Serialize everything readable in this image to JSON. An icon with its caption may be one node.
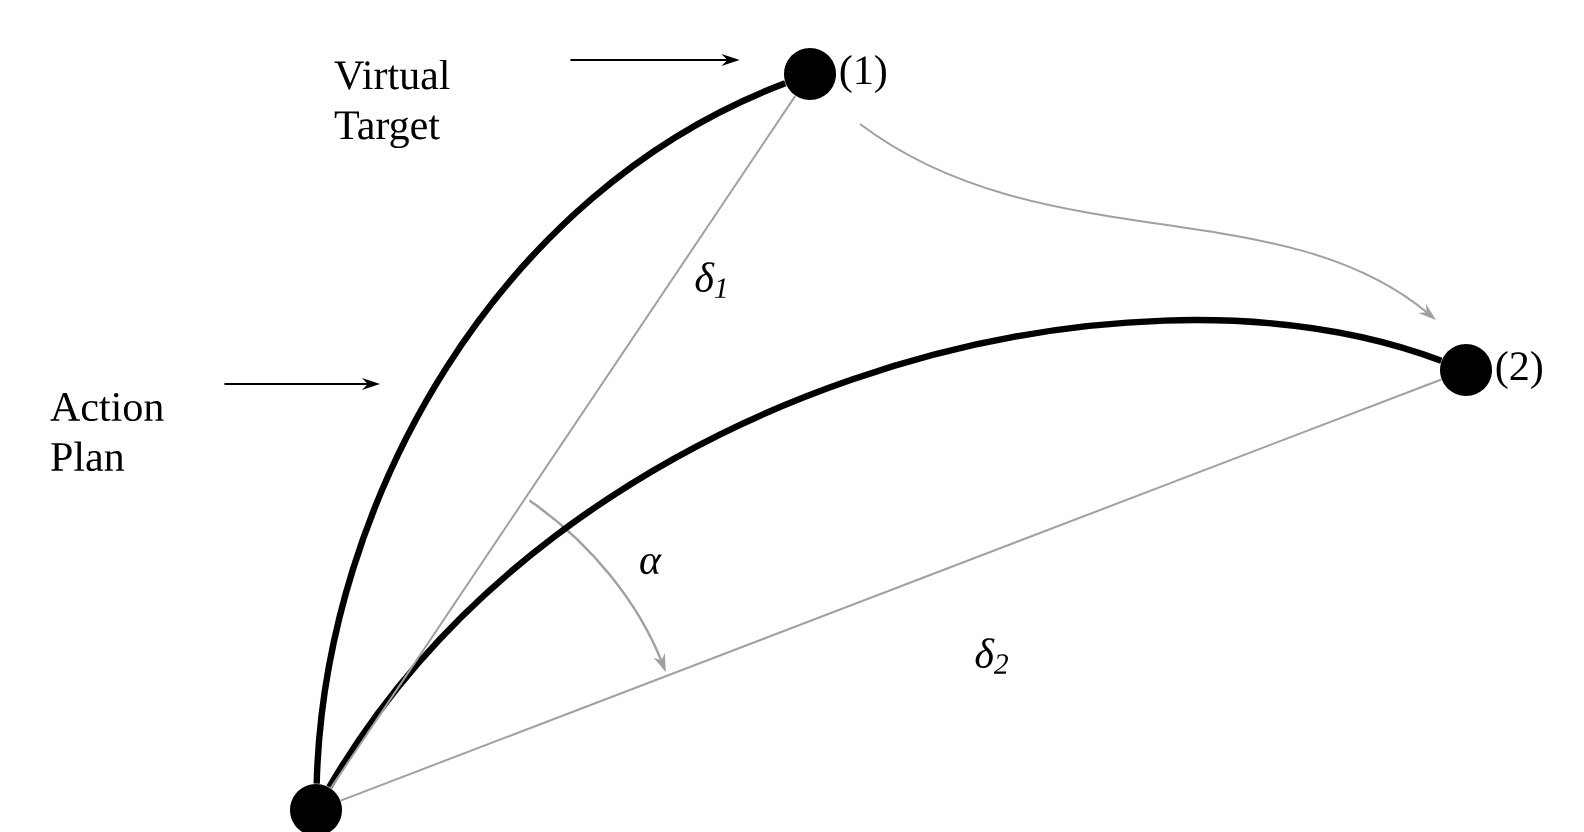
{
  "diagram": {
    "nodes": [
      {
        "text": [],
        "shape": "circle"
      },
      {
        "text": [],
        "shape": "circle",
        "beside": [
          "(1)"
        ]
      },
      {
        "text": [],
        "shape": "circle",
        "beside": [
          "(2)"
        ]
      },
      {
        "text": [
          "Virtual Target"
        ]
      },
      {
        "text": [
          "Action Plan"
        ]
      }
    ],
    "edges": [
      {
        "from": 0,
        "to": 1,
        "arrow": "none",
        "style": "thick"
      },
      {
        "from": 0,
        "to": 2,
        "arrow": "none",
        "style": "thick"
      },
      {
        "from": 0,
        "to": 1,
        "arrow": "none",
        "label": "δ$_{1}$",
        "color": "#a0a0a0"
      },
      {
        "from": 0,
        "to": 2,
        "arrow": "none",
        "label": "δ$_{2}$",
        "color": "#a0a0a0"
      },
      {
        "from": 1,
        "to": 2,
        "arrow": "to",
        "color": "#a0a0a0"
      },
      {
        "from": 3,
        "to": 1,
        "arrow": "to"
      },
      {
        "from": 4,
        "to": null,
        "arrow": "to"
      }
    ],
    "labels": [
      "α"
    ]
  }
}
